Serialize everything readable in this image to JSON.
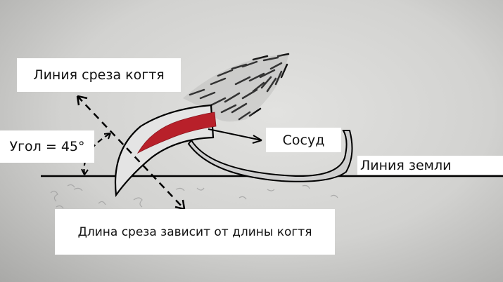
{
  "labels": {
    "cut_line": "Линия среза когтя",
    "angle": "Угол = 45°",
    "vessel": "Сосуд",
    "ground_line": "Линия земли",
    "cut_length": "Длина среза зависит от длины когтя"
  },
  "colors": {
    "vessel": "#b8202a",
    "ink": "#000000"
  }
}
